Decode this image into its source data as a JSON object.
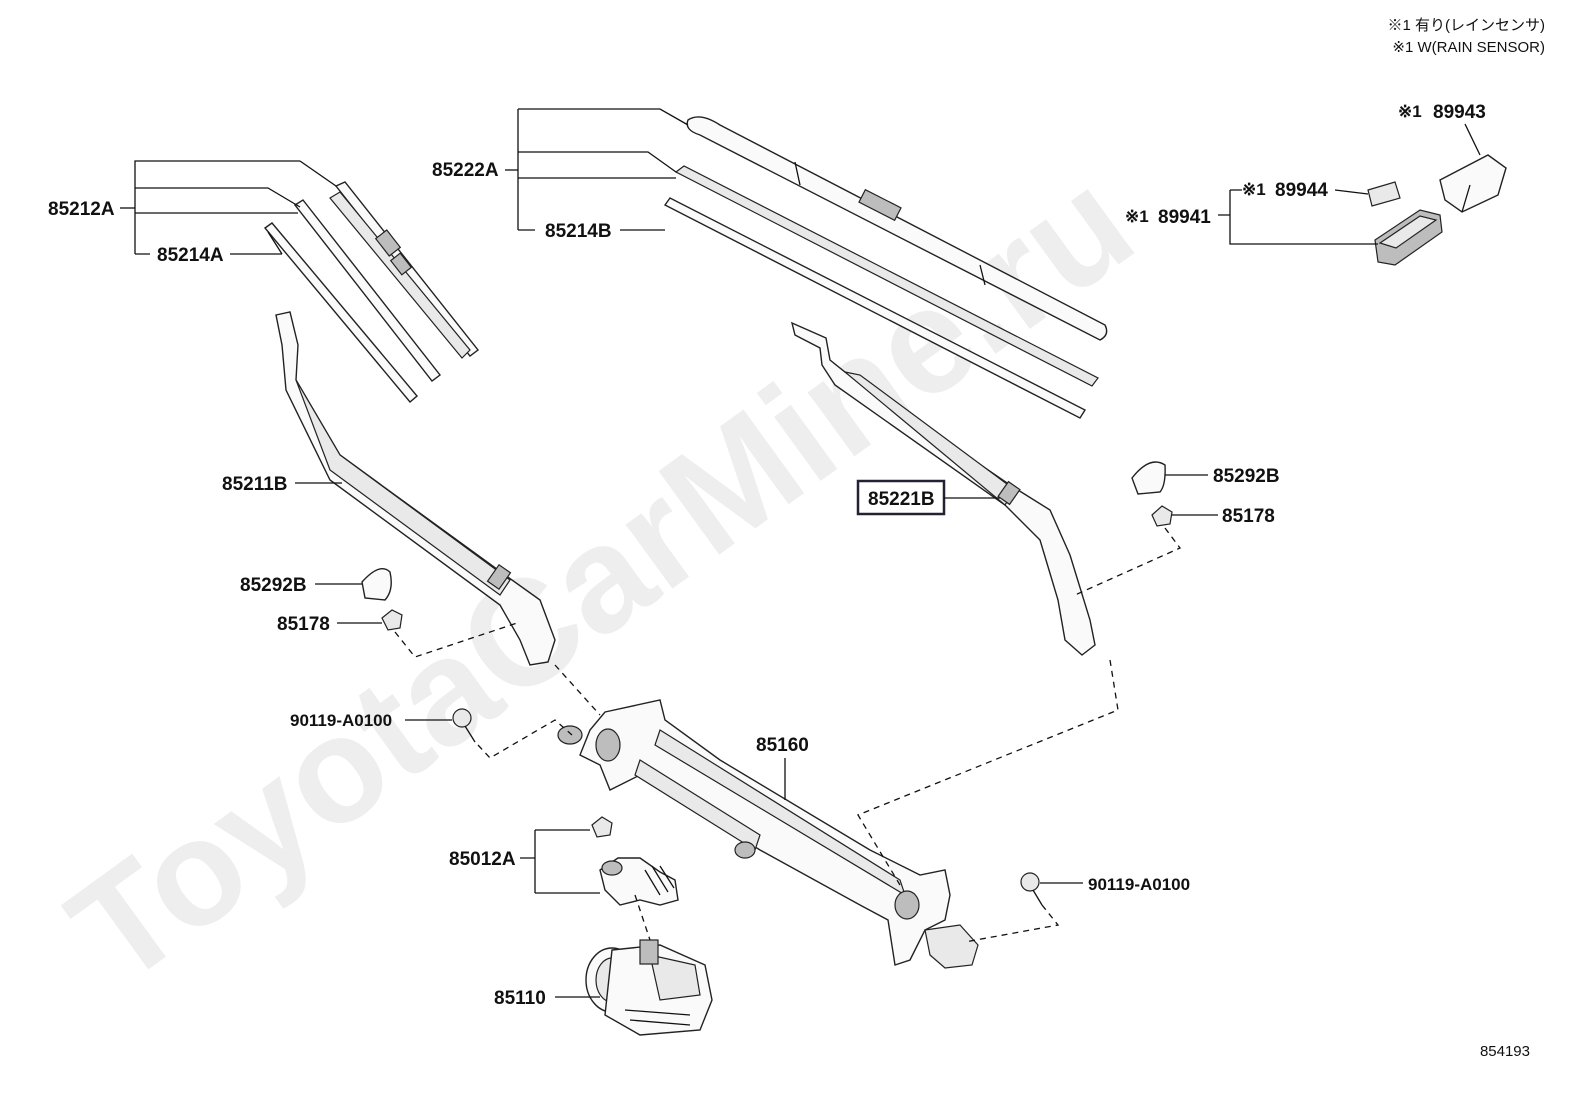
{
  "notes": {
    "line1": "※1 有り(レインセンサ)",
    "line2": "※1 W(RAIN SENSOR)"
  },
  "watermark": "ToyotaCarMine.ru",
  "diagram_id": "854193",
  "labels": {
    "p85212A": "85212A",
    "p85214A": "85214A",
    "p85222A": "85222A",
    "p85214B": "85214B",
    "p89943": "89943",
    "p89944": "89944",
    "p89941": "89941",
    "mark": "※1",
    "p85211B": "85211B",
    "p85221B": "85221B",
    "p85292B_left": "85292B",
    "p85178_left": "85178",
    "p85292B_right": "85292B",
    "p85178_right": "85178",
    "p90119_left": "90119-A0100",
    "p90119_right": "90119-A0100",
    "p85160": "85160",
    "p85012A": "85012A",
    "p85110": "85110"
  },
  "highlight_color": "#2a3a4a"
}
